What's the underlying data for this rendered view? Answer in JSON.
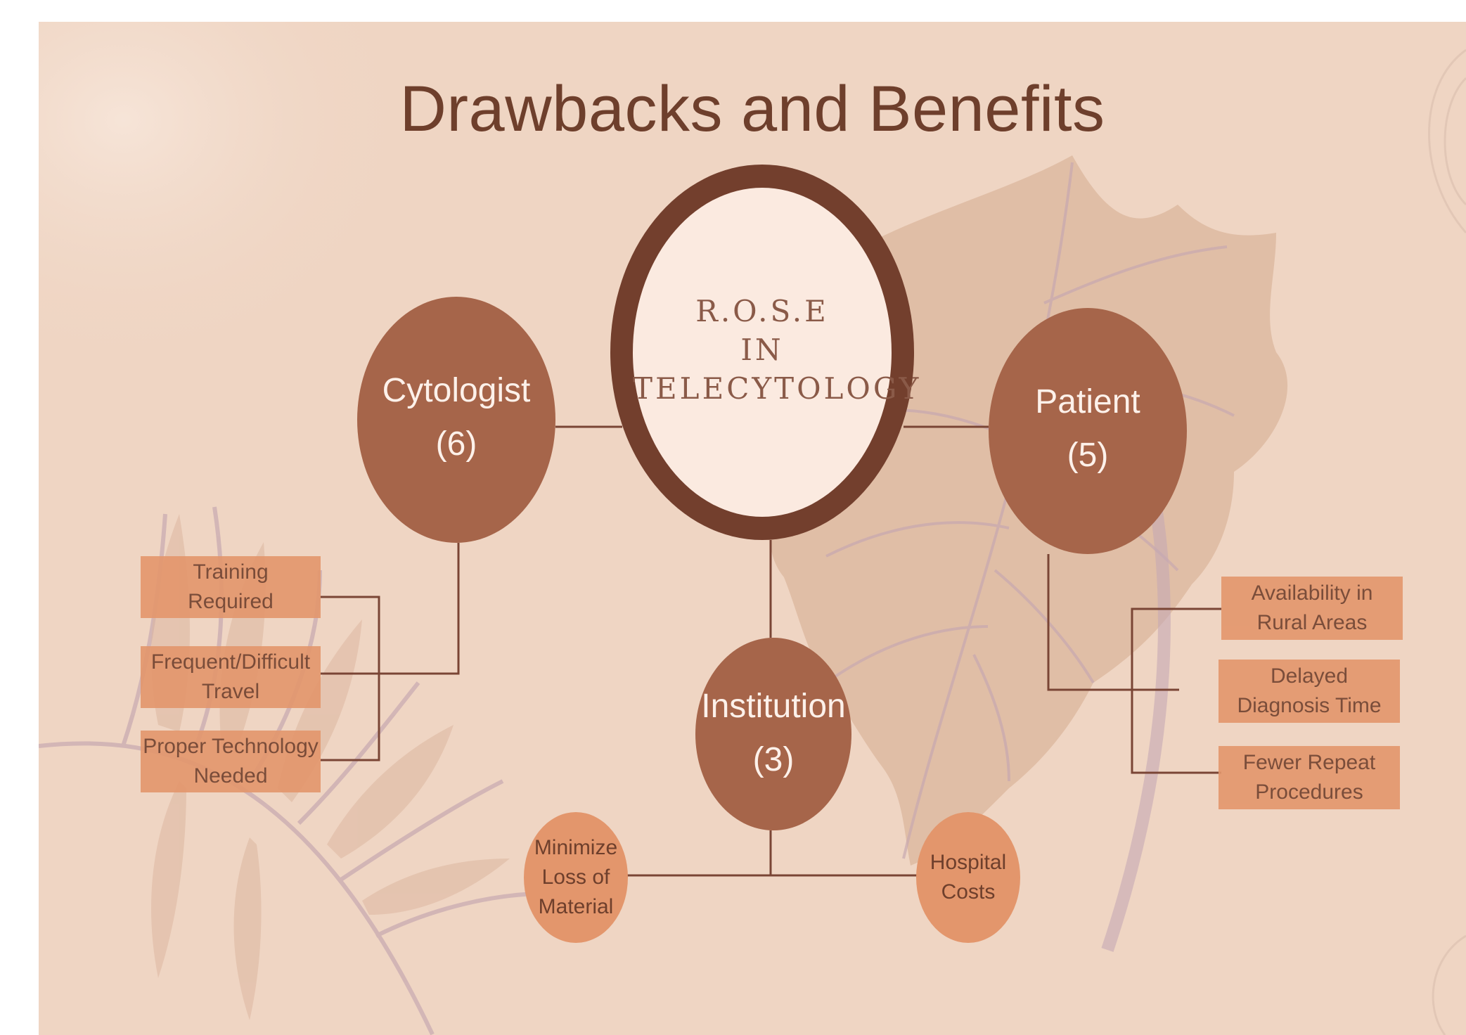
{
  "title": "Drawbacks and Benefits",
  "center": {
    "line1": "R.O.S.E",
    "line2": "IN",
    "line3": "TELECYTOLOGY"
  },
  "hubs": {
    "cytologist": {
      "label": "Cytologist",
      "count": "(6)"
    },
    "patient": {
      "label": "Patient",
      "count": "(5)"
    },
    "institution": {
      "label": "Institution",
      "count": "(3)"
    }
  },
  "cytologist_items": [
    {
      "line1": "Training",
      "line2": "Required"
    },
    {
      "line1": "Frequent/Difficult",
      "line2": "Travel"
    },
    {
      "line1": "Proper Technology",
      "line2": "Needed"
    }
  ],
  "patient_items": [
    {
      "line1": "Availability in",
      "line2": "Rural Areas"
    },
    {
      "line1": "Delayed",
      "line2": "Diagnosis Time"
    },
    {
      "line1": "Fewer Repeat",
      "line2": "Procedures"
    }
  ],
  "institution_items": [
    {
      "line1": "Minimize",
      "line2": "Loss of",
      "line3": "Material"
    },
    {
      "line1": "Hospital",
      "line2": "Costs"
    }
  ],
  "colors": {
    "background": "#efd5c3",
    "dark_brown": "#733f2d",
    "hub_brown": "#a6654a",
    "box_orange": "#e3966c",
    "text_brown": "#6e3f2c",
    "center_fill": "#fbeae0"
  }
}
